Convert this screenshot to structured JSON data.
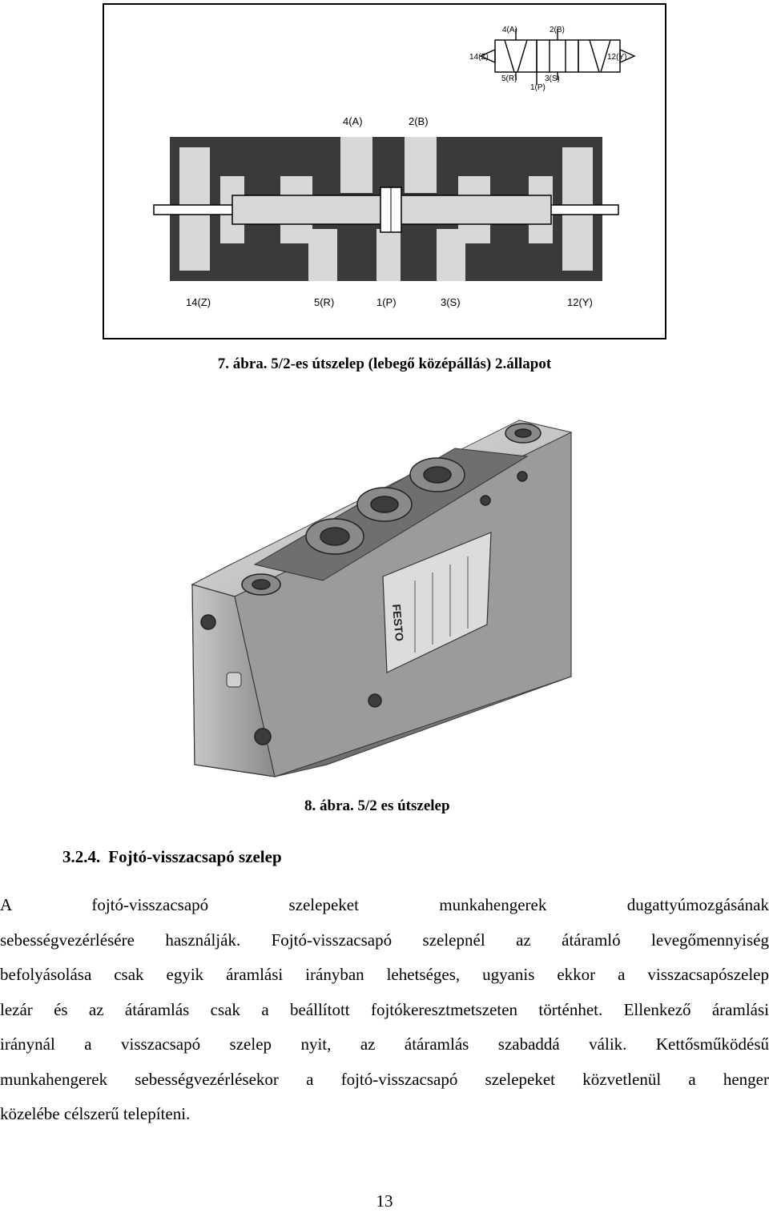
{
  "figure1": {
    "schematic_labels": {
      "port_4": "4(A)",
      "port_2": "2(B)",
      "port_14": "14(Z)",
      "port_12": "12(Y)",
      "port_5": "5(R)",
      "port_3": "3(S)",
      "port_1": "1(P)"
    },
    "section_labels": {
      "top_4": "4(A)",
      "top_2": "2(B)",
      "bottom_14": "14(Z)",
      "bottom_5": "5(R)",
      "bottom_1": "1(P)",
      "bottom_3": "3(S)",
      "bottom_12": "12(Y)"
    },
    "caption": "7. ábra. 5/2-es útszelep (lebegő középállás) 2.állapot"
  },
  "figure2": {
    "brand_plate_text": "FESTO",
    "caption": "8. ábra. 5/2 es útszelep"
  },
  "section": {
    "number": "3.2.4.",
    "title": "Fojtó-visszacsapó szelep"
  },
  "paragraph": {
    "lines": [
      "A fojtó-visszacsapó szelepeket munkahengerek dugattyúmozgásának",
      "sebességvezérlésére használják. Fojtó-visszacsapó szelepnél az átáramló levegőmennyiség",
      "befolyásolása csak egyik áramlási irányban lehetséges, ugyanis ekkor a visszacsapószelep",
      "lezár és az átáramlás csak a beállított fojtókeresztmetszeten történhet. Ellenkező áramlási",
      "iránynál a visszacsapó szelep nyit, az átáramlás szabaddá válik. Kettősműködésű",
      "munkahengerek sebességvezérlésekor a fojtó-visszacsapó szelepeket közvetlenül a henger",
      "közelébe célszerű telepíteni."
    ]
  },
  "page_number": "13"
}
